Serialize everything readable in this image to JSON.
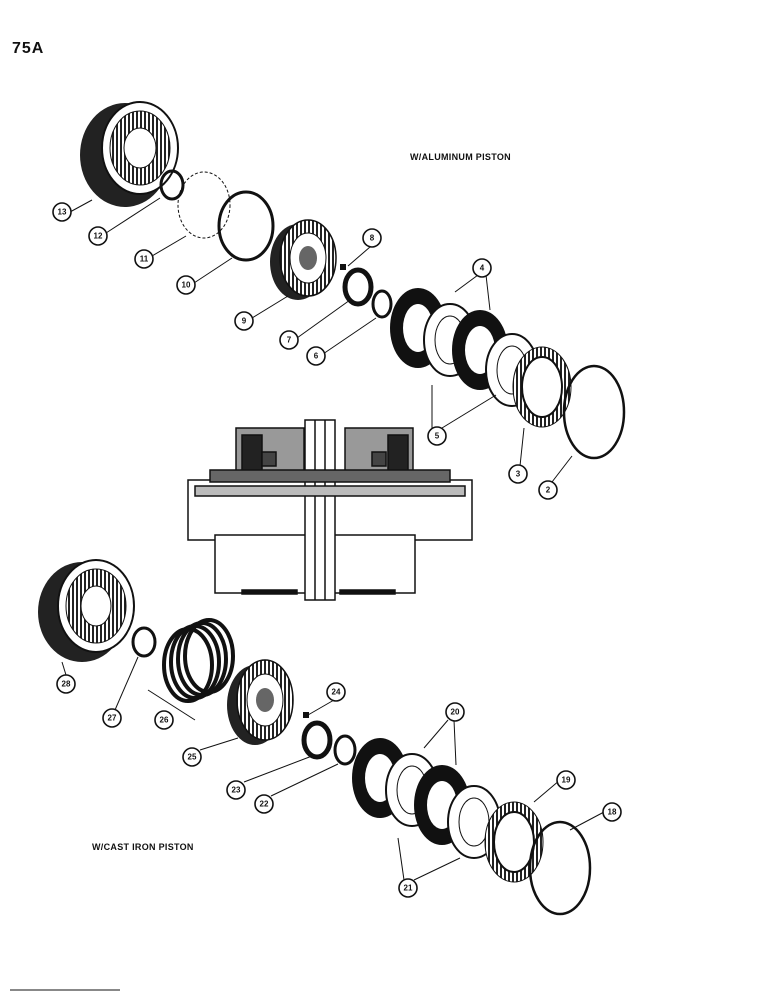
{
  "page_number": "75A",
  "captions": {
    "aluminum": "W/ALUMINUM PISTON",
    "cast_iron": "W/CAST IRON PISTON"
  },
  "callouts": {
    "n2": "2",
    "n3": "3",
    "n4": "4",
    "n5": "5",
    "n6": "6",
    "n7": "7",
    "n8": "8",
    "n9": "9",
    "n10": "10",
    "n11": "11",
    "n12": "12",
    "n13": "13",
    "n18": "18",
    "n19": "19",
    "n20": "20",
    "n21": "21",
    "n22": "22",
    "n23": "23",
    "n24": "24",
    "n25": "25",
    "n26": "26",
    "n27": "27",
    "n28": "28"
  }
}
